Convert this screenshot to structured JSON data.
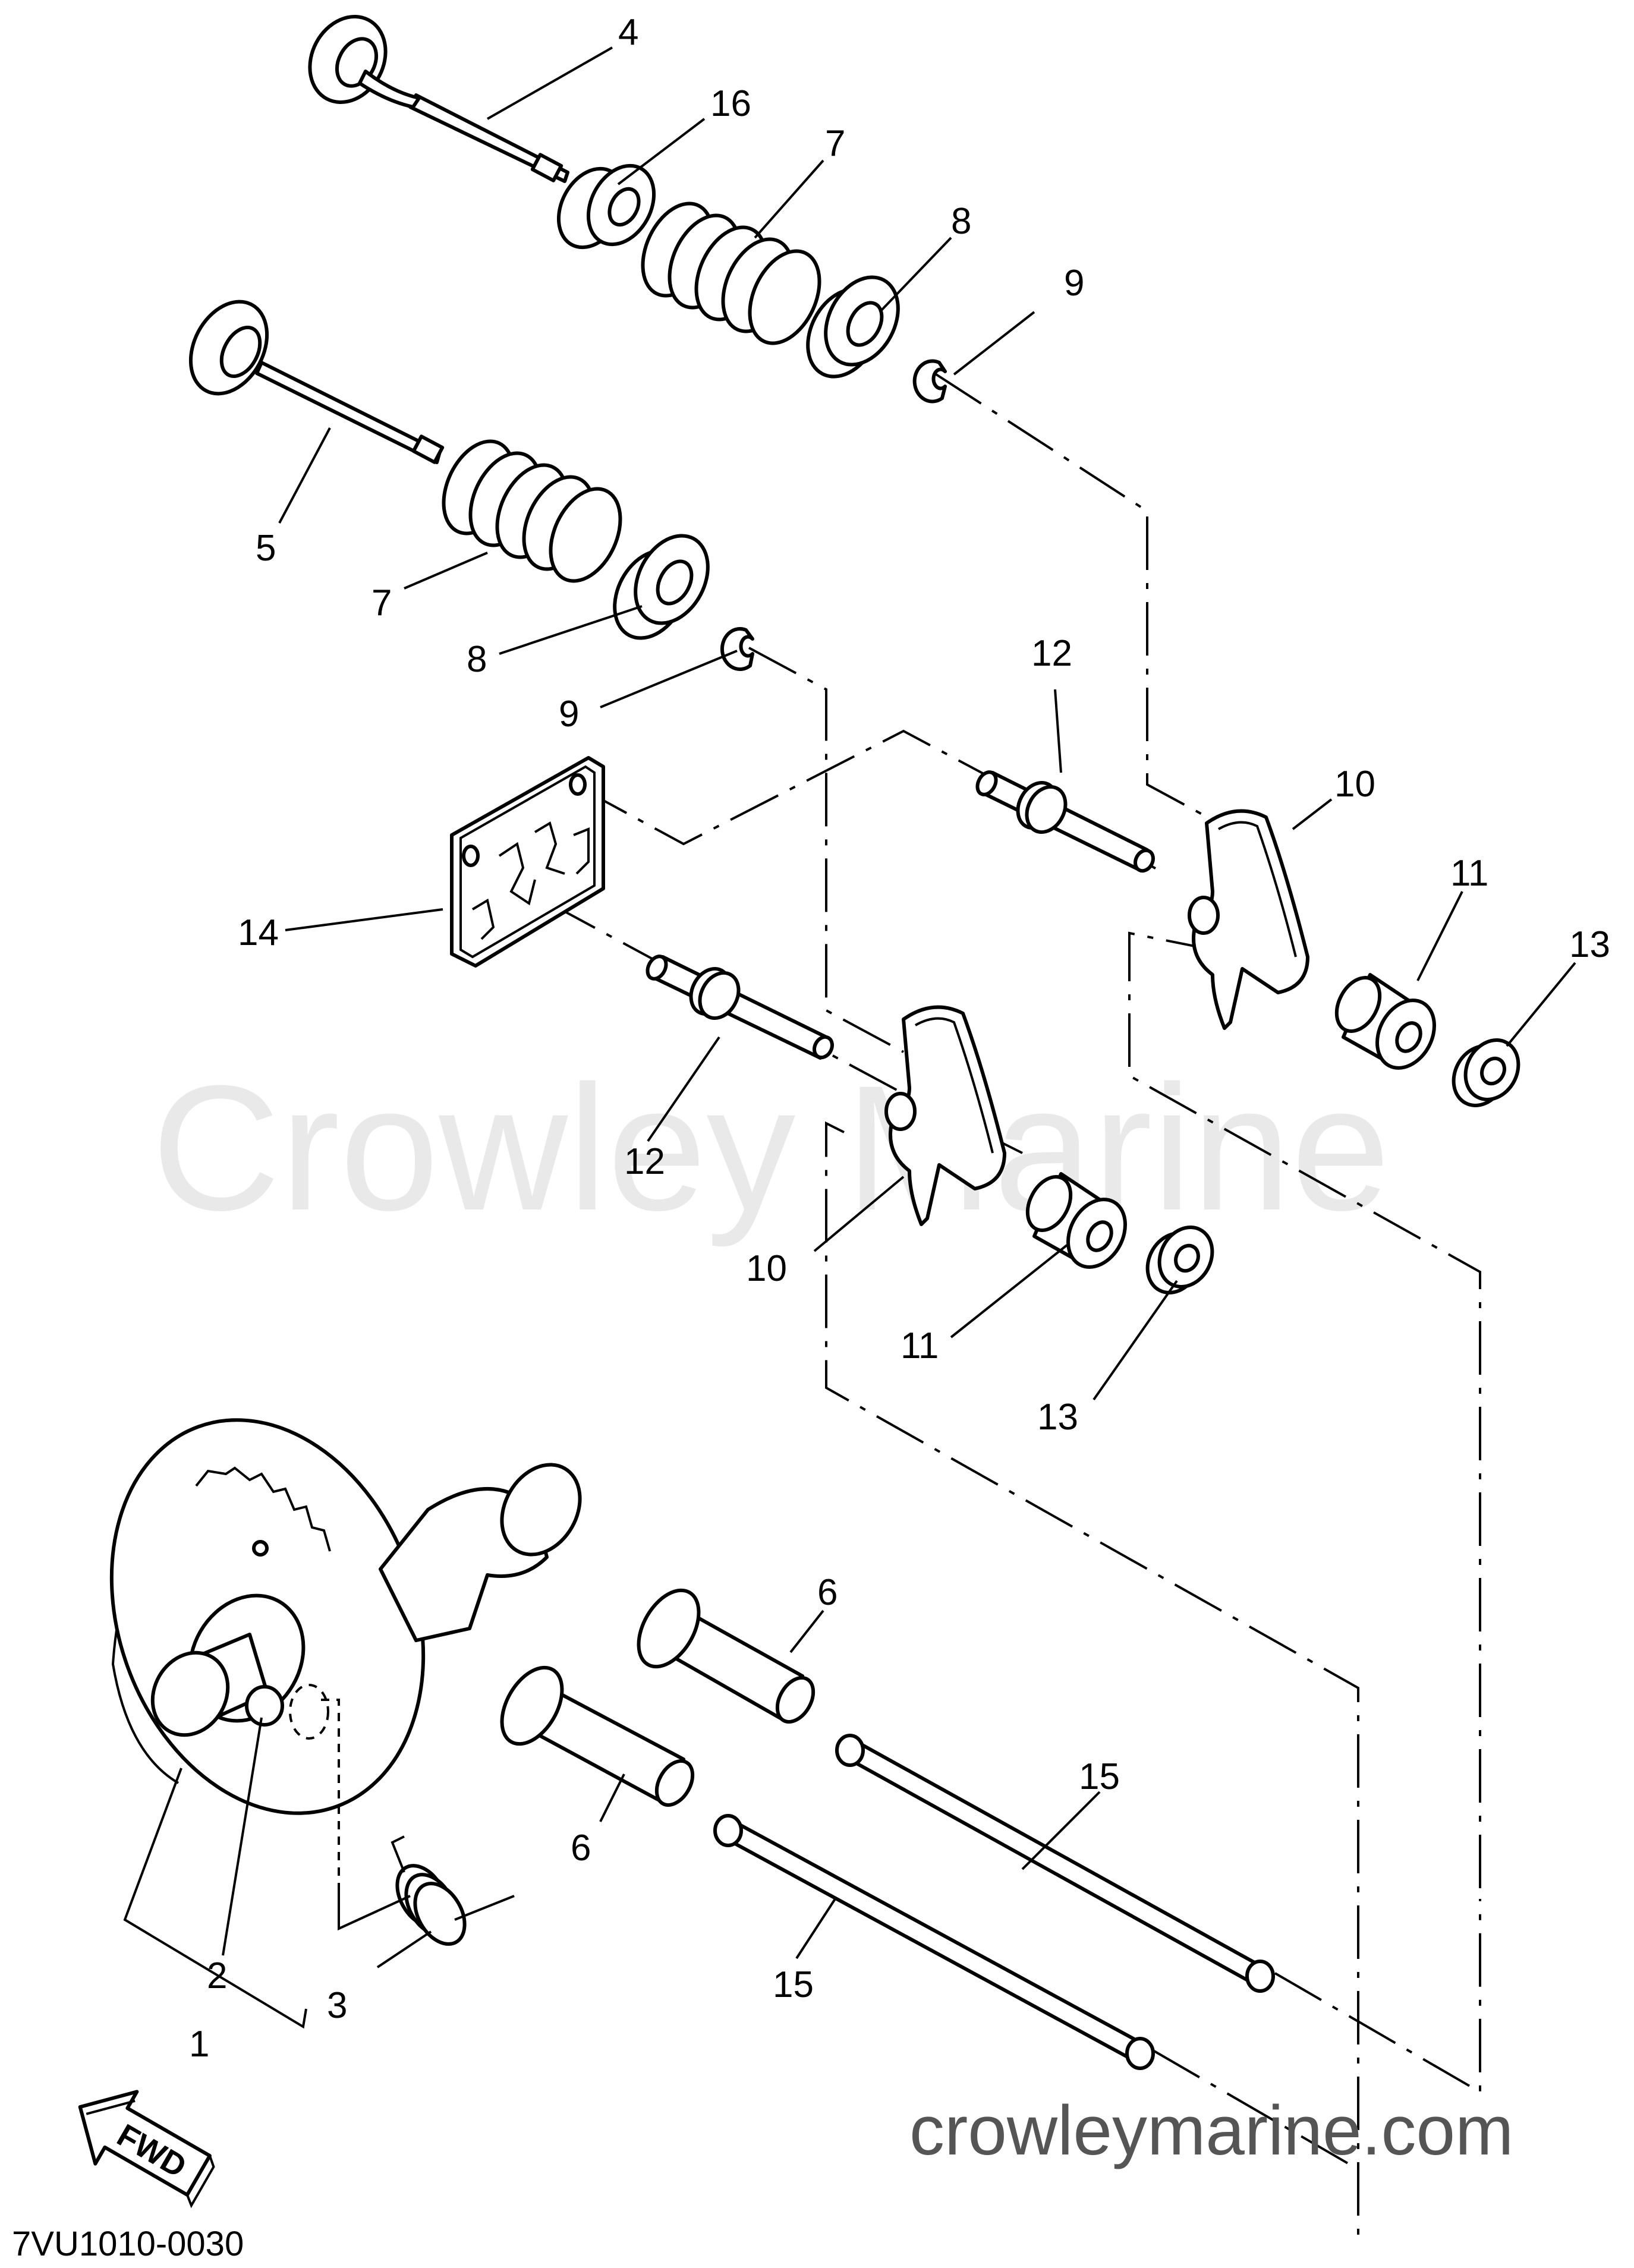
{
  "watermark": {
    "text": "Crowley Marine"
  },
  "site": {
    "url": "crowleymarine.com"
  },
  "diagram_code": "7VU1010-0030",
  "direction_label": "FWD",
  "callouts": {
    "c1": "1",
    "c2": "2",
    "c3": "3",
    "c4": "4",
    "c5": "5",
    "c6a": "6",
    "c6b": "6",
    "c7a": "7",
    "c7b": "7",
    "c8a": "8",
    "c8b": "8",
    "c9a": "9",
    "c9b": "9",
    "c10a": "10",
    "c10b": "10",
    "c11a": "11",
    "c11b": "11",
    "c12a": "12",
    "c12b": "12",
    "c13a": "13",
    "c13b": "13",
    "c14": "14",
    "c15a": "15",
    "c15b": "15",
    "c16": "16"
  }
}
